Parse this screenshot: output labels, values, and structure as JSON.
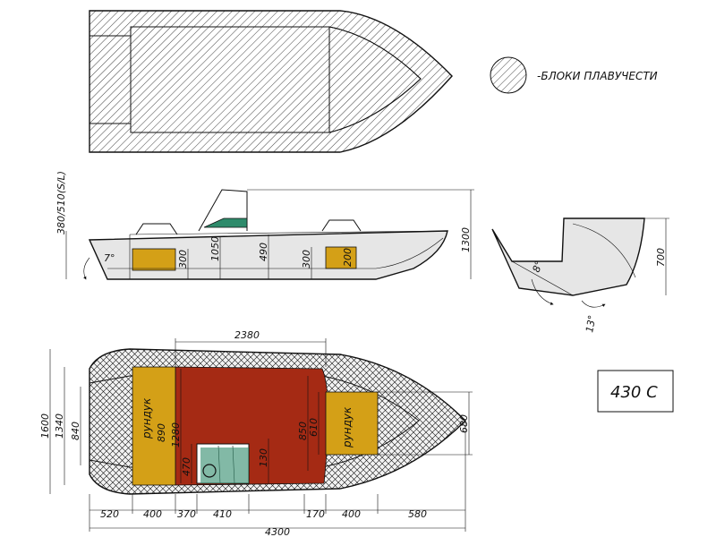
{
  "legend": {
    "label": "-БЛОКИ ПЛАВУЧЕСТИ"
  },
  "model": {
    "name": "430  C"
  },
  "side_view": {
    "height_label": "380/510(S/L)",
    "angle": "7°",
    "dims": [
      "1050",
      "490",
      "300",
      "300",
      "200",
      "1300"
    ]
  },
  "rear_view": {
    "angle_deadrise": "8°",
    "angle_transom": "13°",
    "height": "700"
  },
  "top_view": {
    "top_dim": "2380",
    "height_dims": [
      "1600",
      "1340",
      "840",
      "1280",
      "470",
      "130",
      "850",
      "610",
      "680"
    ],
    "seat_left": {
      "label": "рундук",
      "value": "890"
    },
    "seat_right": {
      "label": "рундук"
    },
    "bottom_dims": [
      "520",
      "400",
      "370",
      "410",
      "170",
      "400",
      "580"
    ],
    "total_length": "4300"
  },
  "colors": {
    "floor": "#a52a14",
    "seat": "#d4a017",
    "windshield": "#2e8b6b",
    "hull_fill": "#e6e6e6"
  }
}
